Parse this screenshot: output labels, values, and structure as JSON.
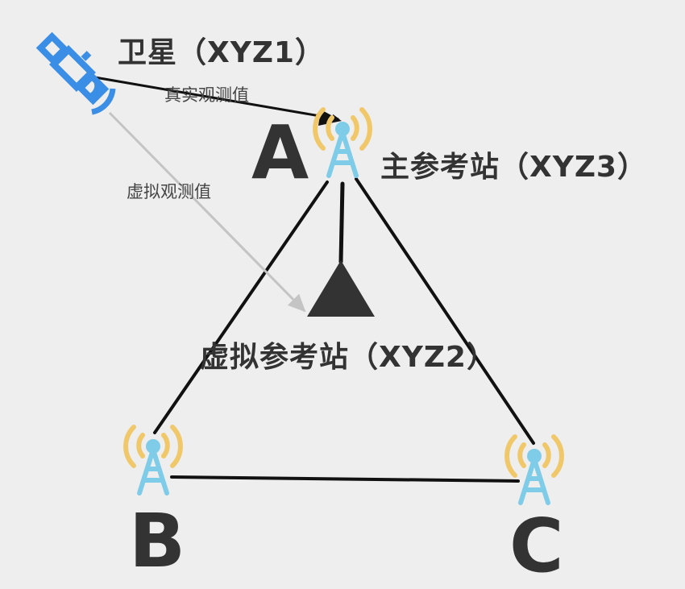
{
  "satellite": {
    "label": "卫星（XYZ1）",
    "icon": "satellite-icon",
    "color": "#3a8ee6"
  },
  "stations": {
    "A": {
      "letter": "A",
      "label": "主参考站（XYZ3）",
      "icon": "radio-tower-icon"
    },
    "B": {
      "letter": "B",
      "icon": "radio-tower-icon"
    },
    "C": {
      "letter": "C",
      "icon": "radio-tower-icon"
    }
  },
  "virtual_station": {
    "label": "虚拟参考站（XYZ2）",
    "icon": "triangle-marker-icon"
  },
  "edges": {
    "real_observation": "真实观测值",
    "virtual_observation": "虚拟观测值"
  },
  "colors": {
    "background": "#eeeeee",
    "tower": "#7ecce8",
    "signal": "#f0c86a",
    "satellite": "#3a8ee6",
    "line": "#111111",
    "virtual_arrow": "#c4c4c4",
    "text": "#333333"
  }
}
